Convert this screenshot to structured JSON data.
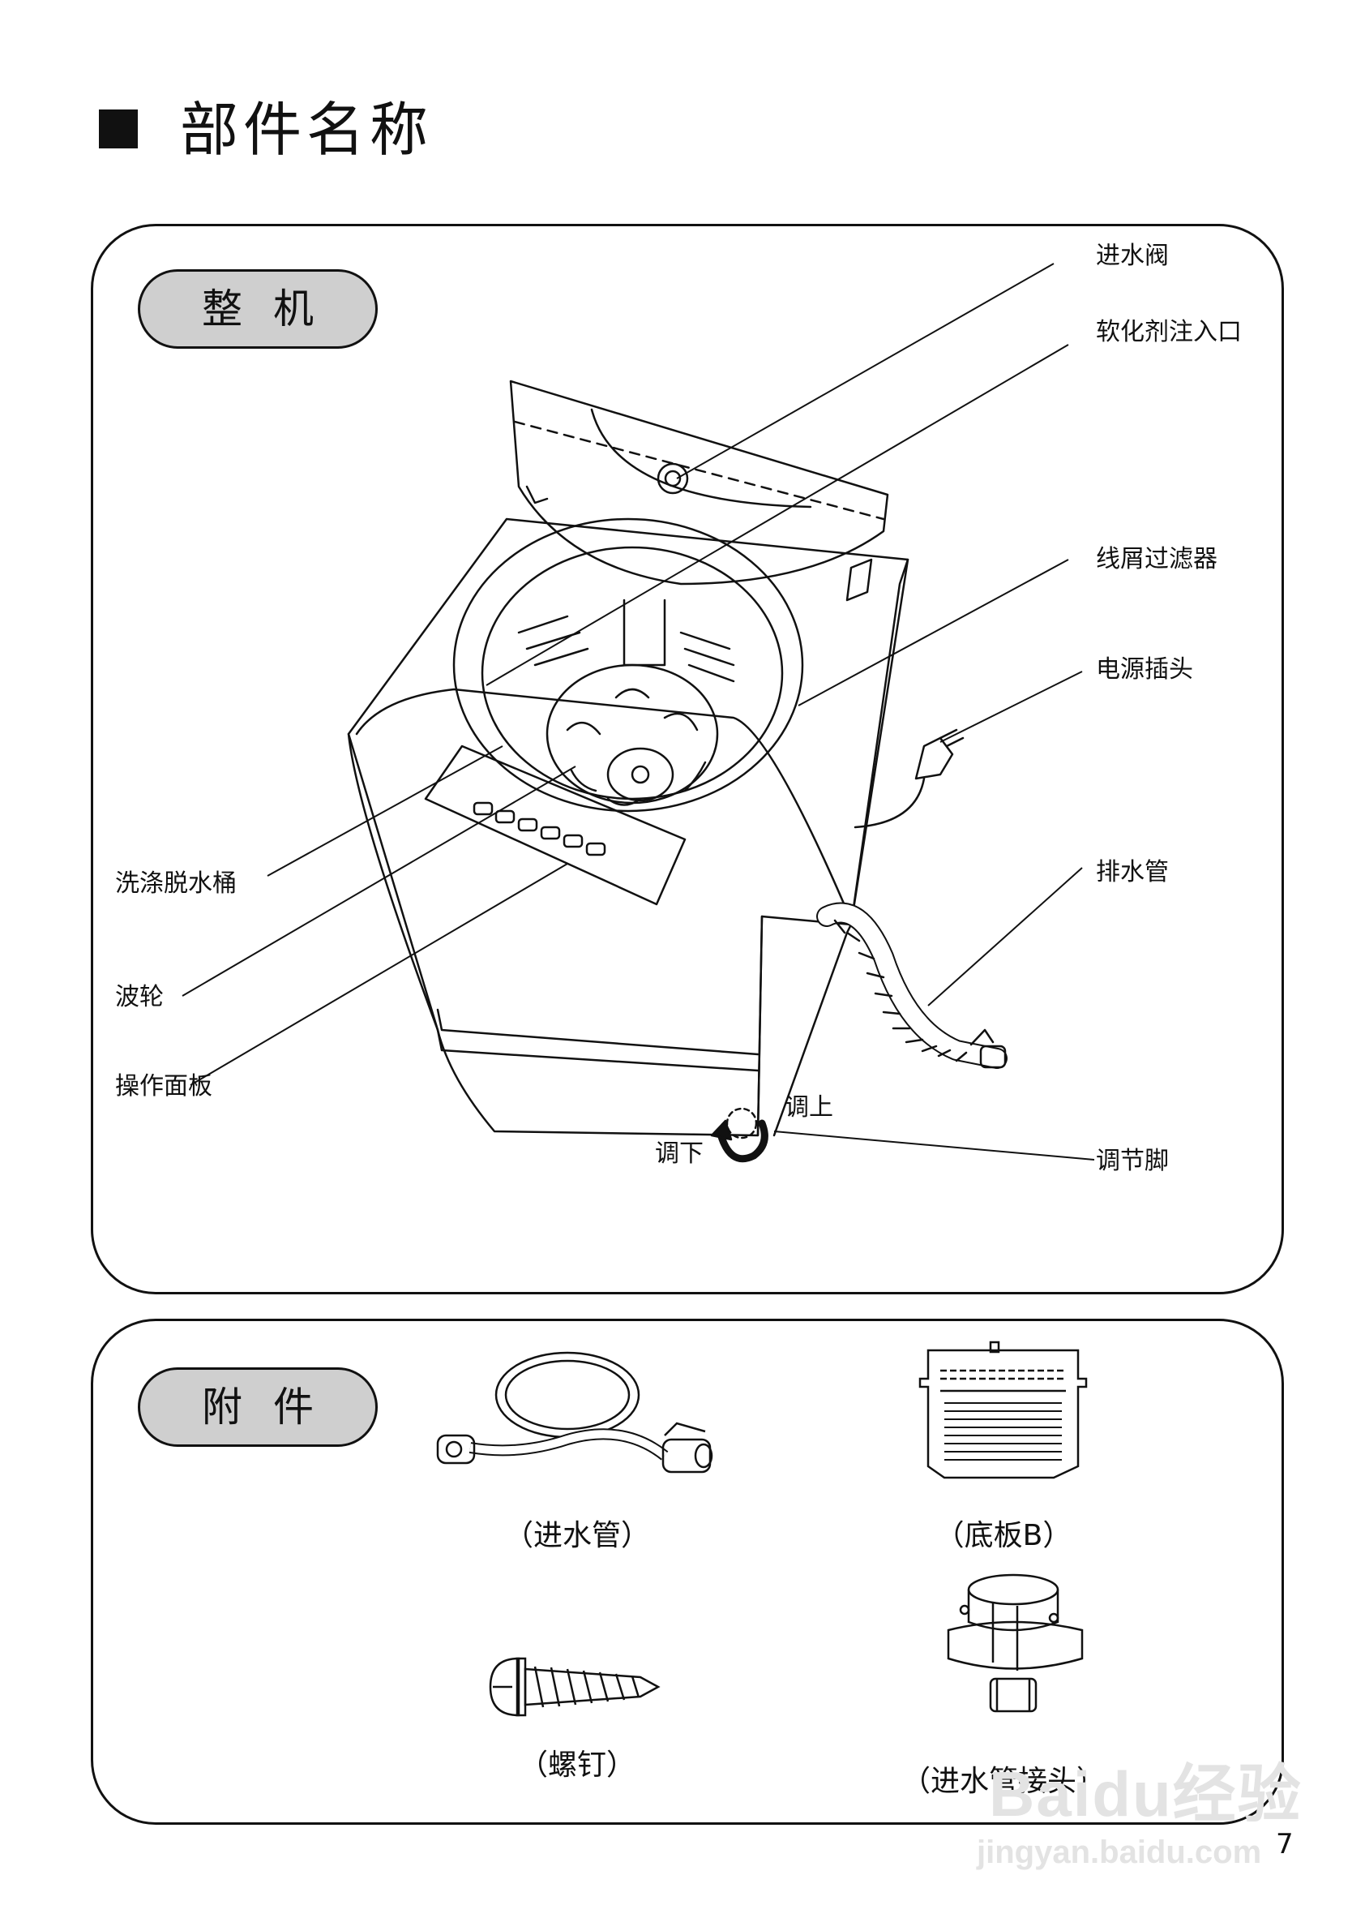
{
  "page": {
    "title": "部件名称",
    "page_number": "7"
  },
  "whole_machine": {
    "heading": "整机",
    "labels": {
      "inlet_valve": "进水阀",
      "softener_inlet": "软化剂注入口",
      "lint_filter": "线屑过滤器",
      "power_plug": "电源插头",
      "drain_hose": "排水管",
      "adjust_foot": "调节脚",
      "wash_tub": "洗涤脱水桶",
      "pulsator": "波轮",
      "control_panel": "操作面板",
      "adjust_up": "调上",
      "adjust_down": "调下"
    }
  },
  "accessories": {
    "heading": "附件",
    "items": [
      {
        "caption": "（进水管）",
        "icon": "inlet-hose-icon"
      },
      {
        "caption": "（底板B）",
        "icon": "base-plate-icon"
      },
      {
        "caption": "（螺钉）",
        "icon": "screw-icon"
      },
      {
        "caption": "（进水管接头）",
        "icon": "hose-connector-icon"
      }
    ]
  },
  "watermark": {
    "logo_text": "Baidu经验",
    "url": "jingyan.baidu.com"
  }
}
